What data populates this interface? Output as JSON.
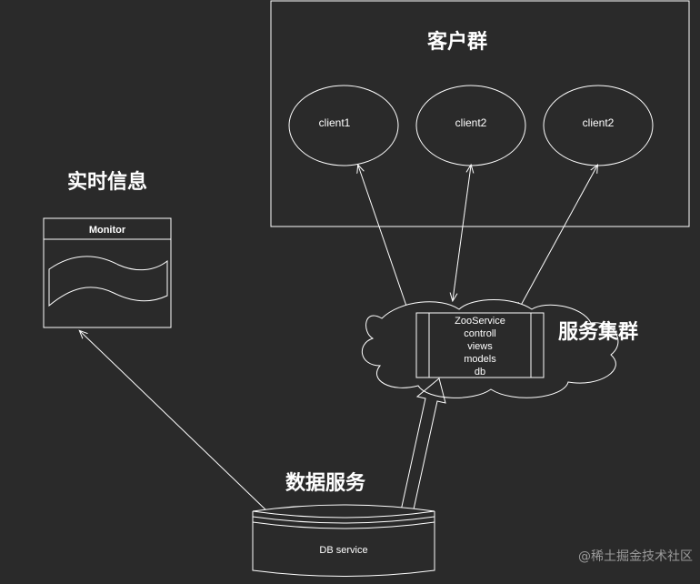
{
  "client_group": {
    "title": "客户群",
    "clients": [
      "client1",
      "client2",
      "client2"
    ]
  },
  "realtime_info": {
    "title": "实时信息",
    "monitor_label": "Monitor"
  },
  "service_cluster": {
    "title": "服务集群",
    "lines": [
      "ZooService",
      "controll",
      "views",
      "models",
      "db"
    ]
  },
  "data_service": {
    "title": "数据服务",
    "db_label": "DB service"
  },
  "watermark": "@稀土掘金技术社区",
  "colors": {
    "background": "#2a2a2a",
    "stroke": "#ffffff"
  }
}
